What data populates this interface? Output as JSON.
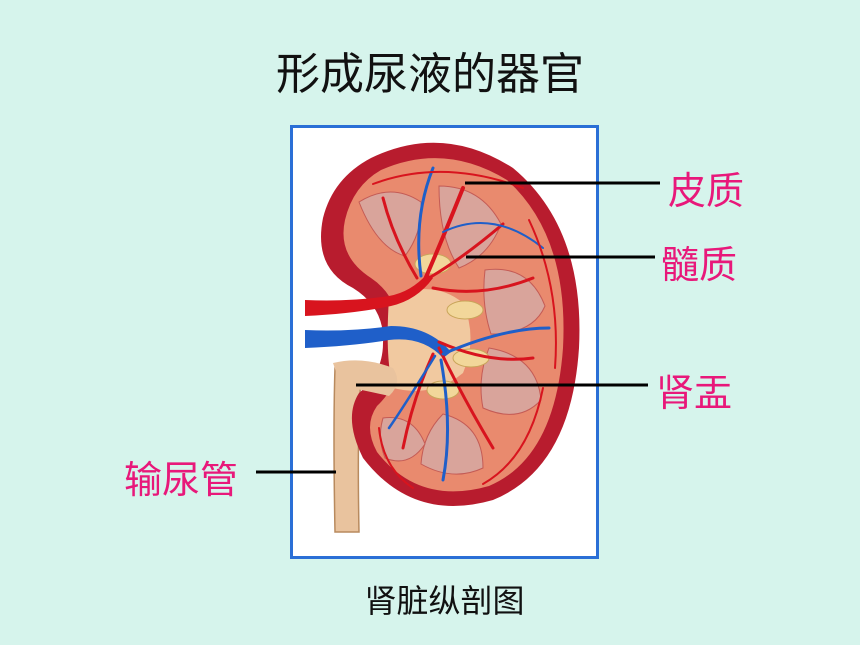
{
  "title": "形成尿液的器官",
  "caption": "肾脏纵剖图",
  "labels": {
    "cortex": "皮质",
    "medulla": "髓质",
    "pelvis": "肾盂",
    "ureter": "输尿管"
  },
  "colors": {
    "background": "#d6f4ec",
    "frame": "#2a6fd6",
    "label": "#e8187a"
  }
}
